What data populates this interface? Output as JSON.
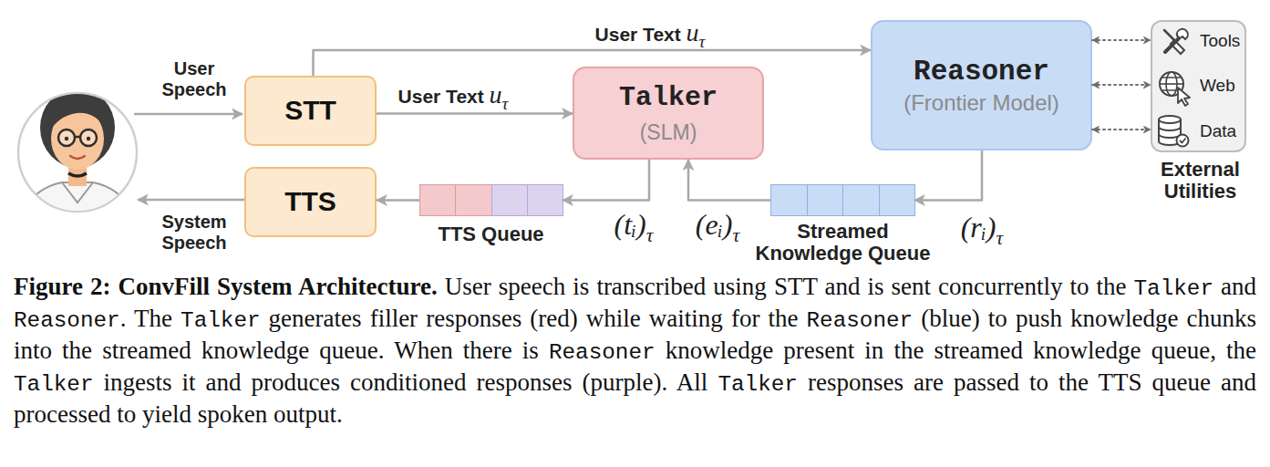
{
  "diagram": {
    "caption": "Figure 2: ConvFill System Architecture. User speech is transcribed using STT and is sent concurrently to the Talker and Reasoner. The Talker generates filler responses (red) while waiting for the Reasoner (blue) to push knowledge chunks into the streamed knowledge queue. When there is Reasoner knowledge present in the streamed knowledge queue, the Talker ingests it and produces conditioned responses (purple). All Talker responses are passed to the TTS queue and processed to yield spoken output.",
    "nodes": [
      {
        "text": [
          "STT"
        ]
      },
      {
        "text": [
          "TTS"
        ]
      },
      {
        "text": [
          "TTS Queue"
        ]
      },
      {
        "text": [
          "Talker",
          "(SLM)"
        ]
      },
      {
        "text": [
          "Streamed Knowledge Queue"
        ]
      },
      {
        "text": [
          "Reasoner",
          "(Frontier Model)"
        ]
      },
      {
        "text": [
          "Tools",
          "Web",
          "Data",
          "External Utilities"
        ]
      }
    ],
    "edges": [
      {
        "from": 0,
        "to": 3,
        "label": "User Text uτ",
        "arrow": "to"
      },
      {
        "from": 0,
        "to": 5,
        "label": "User Text uτ",
        "arrow": "to"
      },
      {
        "from": 3,
        "to": 2,
        "label": "(tᵢ)τ",
        "arrow": "to"
      },
      {
        "from": 2,
        "to": 1,
        "arrow": "to"
      },
      {
        "from": 5,
        "to": 4,
        "label": "(rᵢ)τ",
        "arrow": "to"
      },
      {
        "from": 4,
        "to": 3,
        "label": "(eᵢ)τ",
        "arrow": "to"
      },
      {
        "from": 5,
        "to": 6,
        "arrow": "both"
      },
      {
        "from": 5,
        "to": 6,
        "arrow": "both"
      },
      {
        "from": 5,
        "to": 6,
        "arrow": "both"
      }
    ],
    "labels": [
      "User Speech",
      "System Speech"
    ]
  }
}
